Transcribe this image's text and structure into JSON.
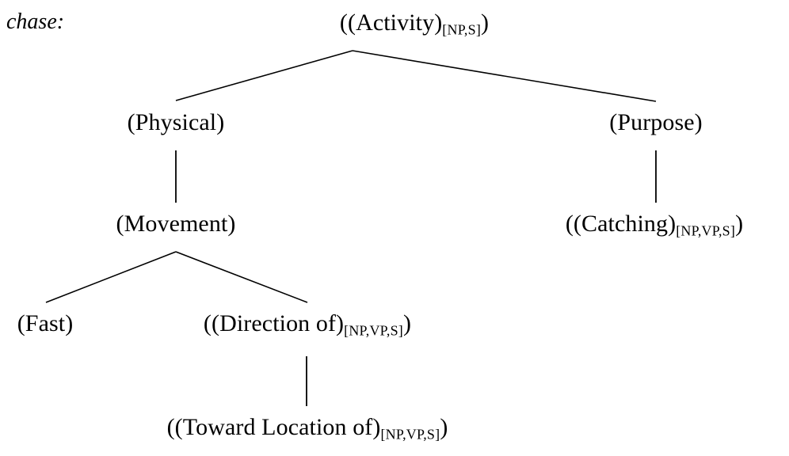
{
  "figure": {
    "kind": "lexical-decomposition-tree",
    "headword": "chase:",
    "ink_color": "#000000",
    "background_color": "#ffffff"
  },
  "nodes": {
    "root": {
      "text": "((Activity)",
      "subscript": "[NP,S]",
      "tail": ")"
    },
    "physical": {
      "text": "(Physical)",
      "subscript": "",
      "tail": ""
    },
    "purpose": {
      "text": "(Purpose)",
      "subscript": "",
      "tail": ""
    },
    "movement": {
      "text": "(Movement)",
      "subscript": "",
      "tail": ""
    },
    "catching": {
      "text": "((Catching)",
      "subscript": "[NP,VP,S]",
      "tail": ")"
    },
    "fast": {
      "text": "(Fast)",
      "subscript": "",
      "tail": ""
    },
    "direction_of": {
      "text": "((Direction of)",
      "subscript": "[NP,VP,S]",
      "tail": ")"
    },
    "toward_location_of": {
      "text": "((Toward Location of)",
      "subscript": "[NP,VP,S]",
      "tail": ")"
    }
  }
}
